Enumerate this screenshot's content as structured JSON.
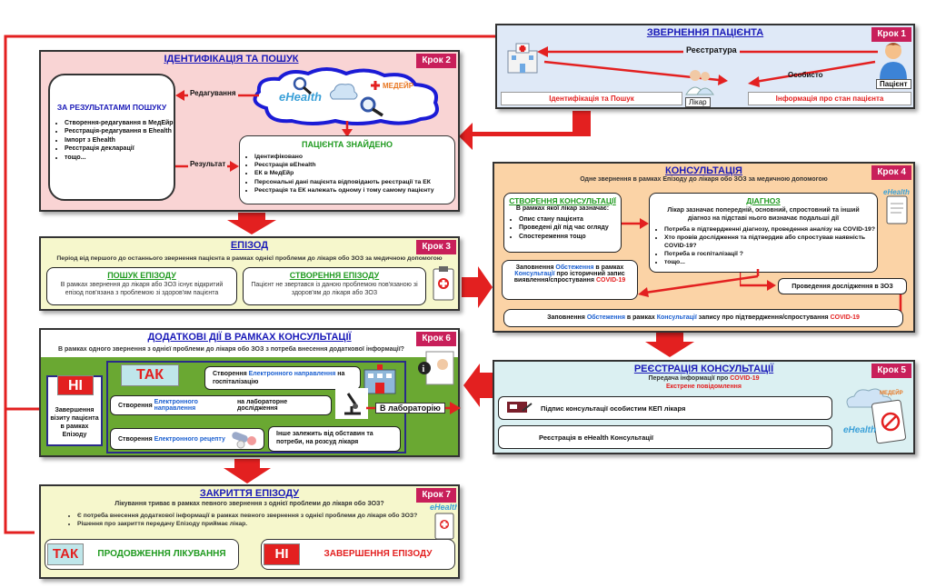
{
  "step1": {
    "title": "ЗВЕРНЕННЯ ПАЦІЄНТА",
    "badge": "Крок 1",
    "registry": "Реєстратура",
    "in_person": "Особисто",
    "patient": "Пацієнт",
    "doctor": "Лікар",
    "ident_search": "Ідентифікація та Пошук",
    "patient_info": "Інформація про стан пацієнта"
  },
  "step2": {
    "title": "ІДЕНТИФІКАЦІЯ ТА ПОШУК",
    "badge": "Крок 2",
    "results_title": "ЗА РЕЗУЛЬТАТАМИ ПОШУКУ",
    "results_items": [
      "Створення-редагування в МедЕйр",
      "Реєстрація-редагування в Ehealth",
      "Імпорт з Ehealth",
      "Реєстрація декларації",
      "тощо..."
    ],
    "editing": "Редагування",
    "result": "Результат",
    "ehealth": "eHealth",
    "medeir": "МЕДЕЙР",
    "found_title": "ПАЦІЄНТА ЗНАЙДЕНО",
    "found_items": [
      "Ідентифіковано",
      "Реєстрація вEhealth",
      "ЕК в МедЕйр",
      "Персональні дані пацієнта відповідають реєстрації та ЕК",
      "Реєстрація та ЕК належать одному і тому самому пацієнту"
    ]
  },
  "step3": {
    "title": "ЕПІЗОД",
    "badge": "Крок 3",
    "subtitle": "Період від першого до останнього звернення пацієнта в рамках однієї проблеми до лікаря обо ЗОЗ за медичною допомогою",
    "search_title": "ПОШУК ЕПІЗОДУ",
    "search_text": "В рамках звернення до лікаря або ЗОЗ існує відкритий епізод пов'язана з проблемою зі здоров'ям пацієнта",
    "create_title": "СТВОРЕННЯ ЕПІЗОДУ",
    "create_text": "Пацієнт не звертався із даною проблемою пов'язаною зі здоров'ям до лікаря або ЗОЗ"
  },
  "step4": {
    "title": "КОНСУЛЬТАЦІЯ",
    "badge": "Крок 4",
    "subtitle": "Одне звернення в рамках Епізоду до лікаря обо ЗОЗ за медичною допомогою",
    "create_title": "СТВОРЕННЯ КОНСУЛЬТАЦІЇ",
    "create_sub": "В рамках якої лікар зазначає:",
    "create_items": [
      "Опис стану пацієнта",
      "Проведені дії під час огляду",
      "Спостереження тощо"
    ],
    "diag_title": "ДІАГНОЗ",
    "diag_text": "Лікар зазначає попередній, основний, спростовний та інший діагноз на підставі нього визначає подальші дії",
    "diag_items": [
      "Потреба в підтвердженні діагнозу, проведення аналізу на COVID-19?",
      "Хто провів дослідження та підтвердив або спростував наявність COVID-19?",
      "Потреба в госпіталізації ?",
      "тощо..."
    ],
    "fill_exam_a": "Заповнення ",
    "fill_exam_b": "Обстеження",
    "fill_exam_c": " в рамках ",
    "fill_exam_d": "Консультації",
    "fill_exam_e": " про історичний запис виявлення/спростування ",
    "covid": "COVID-19",
    "research": "Проведення дослідження в ЗОЗ",
    "confirm_a": "Заповнення ",
    "confirm_b": "Обстеження",
    "confirm_c": " в рамках ",
    "confirm_d": "Консультації",
    "confirm_e": " запису про підтвердження/спростування "
  },
  "step5": {
    "title": "РЕЄСТРАЦІЯ КОНСУЛЬТАЦІЇ",
    "badge": "Крок 5",
    "sub1_a": "Передача інформації про ",
    "sub1_b": "COVID-19",
    "sub2": "Екстрене повідомлення",
    "row1": "Підпис консультації особистим КЕП лікаря",
    "row2": "Реєстрація в eHealth Консультації",
    "ehealth": "eHealth",
    "medeir": "МЕДЕЙР"
  },
  "step6": {
    "title": "ДОДАТКОВІ ДІЇ В РАМКАХ КОНСУЛЬТАЦІЇ",
    "badge": "Крок 6",
    "subtitle": "В рамках одного звернення з однієї проблеми до лікаря обо ЗОЗ з потреба внесення додаткової інформації?",
    "no": "НІ",
    "no_text": "Завершення візиту пацієнта в рамках Епізоду",
    "yes": "ТАК",
    "hosp_a": "Створення ",
    "hosp_b": "Електронного направлення",
    "hosp_c": " на госпіталізацію",
    "lab_a": "Створення ",
    "lab_b": "Електронного направлення",
    "lab_c": " на лабораторне дослідження",
    "lab_arrow": "В лабораторію",
    "rx_a": "Створення ",
    "rx_b": "Електронного рецепту",
    "other": "Інше залежить від обставин та потреби, на розсуд лікаря"
  },
  "step7": {
    "title": "ЗАКРИТТЯ ЕПІЗОДУ",
    "badge": "Крок 7",
    "subtitle": "Лікування триває в рамках певного звернення з однієї проблеми до лікаря обо ЗОЗ?",
    "bullets": [
      "Є потреба внесення додаткової інформації в рамках певного звернення з однієї проблеми до лікаря обо ЗОЗ?",
      "Рішення про закриття передачу Епізоду приймає лікар."
    ],
    "yes": "ТАК",
    "continue": "ПРОДОВЖЕННЯ ЛІКУВАННЯ",
    "no": "НІ",
    "finish": "ЗАВЕРШЕННЯ ЕПІЗОДУ",
    "ehealth": "eHealth"
  },
  "colors": {
    "badge": "#c81f5a",
    "title_blue": "#1a1ab8",
    "arrow_red": "#e32020",
    "step2_bg": "#f9d4d4",
    "step4_bg": "#fbd3a6",
    "step6_bg": "#6aa832",
    "step3_bg": "#f6f7cc",
    "step5_bg": "#dbf0f2",
    "step1_bg": "#dfe9f7"
  }
}
